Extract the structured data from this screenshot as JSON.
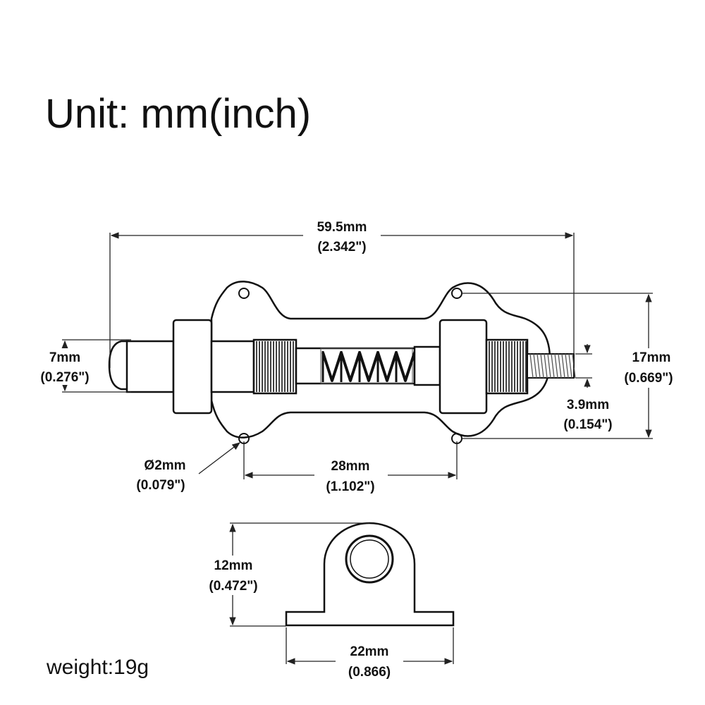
{
  "title": "Unit: mm(inch)",
  "weight": "weight:19g",
  "dimensions": {
    "overall_length": {
      "mm": "59.5mm",
      "inch": "(2.342\")"
    },
    "plunger_dia": {
      "mm": "7mm",
      "inch": "(0.276\")"
    },
    "height": {
      "mm": "17mm",
      "inch": "(0.669\")"
    },
    "thread_dia": {
      "mm": "3.9mm",
      "inch": "(0.154\")"
    },
    "hole_dia": {
      "mm": "Ø2mm",
      "inch": "(0.079\")"
    },
    "hole_spacing": {
      "mm": "28mm",
      "inch": "(1.102\")"
    },
    "side_height": {
      "mm": "12mm",
      "inch": "(0.472\")"
    },
    "side_width": {
      "mm": "22mm",
      "inch": "(0.866)"
    }
  },
  "colors": {
    "line": "#111111",
    "dimension_line": "#222222",
    "background": "#ffffff"
  }
}
